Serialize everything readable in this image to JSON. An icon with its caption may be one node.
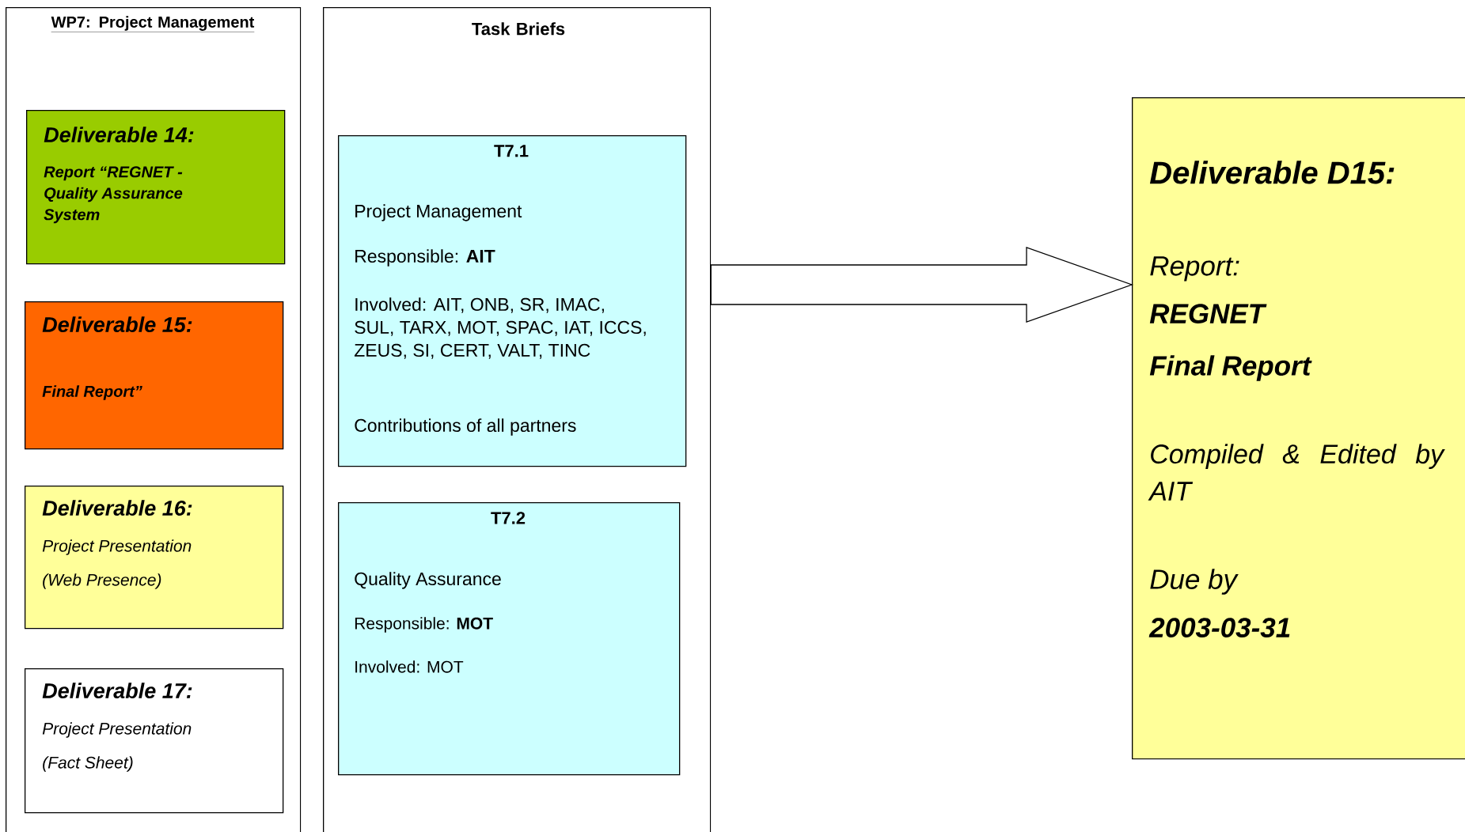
{
  "diagram": {
    "nodes": [
      {
        "text": [
          "WP7: Project Management"
        ]
      },
      {
        "text": [
          "Deliverable 14:",
          "Report “REGNET - Quality Assurance System"
        ],
        "in": 0
      },
      {
        "text": [
          "Deliverable 15:",
          "Final Report”"
        ],
        "in": 0
      },
      {
        "text": [
          "Deliverable 16:",
          "Project Presentation",
          "(Web Presence)"
        ],
        "in": 0
      },
      {
        "text": [
          "Deliverable 17:",
          "Project Presentation",
          "(Fact Sheet)"
        ],
        "in": 0
      },
      {
        "text": [
          "Task Briefs"
        ]
      },
      {
        "text": [
          "T7.1",
          "Project Management",
          "Responsible: **AIT**",
          "Involved: AIT, ONB, SR, IMAC, SUL, TARX, MOT, SPAC, IAT, ICCS, ZEUS, SI, CERT, VALT, TINC",
          "Contributions of all partners"
        ],
        "in": 5
      },
      {
        "text": [
          "T7.2",
          "Quality Assurance",
          "Responsible: **MOT**",
          "Involved: MOT"
        ],
        "in": 5
      },
      {
        "text": [
          "Deliverable D15:",
          "Report:",
          "REGNET",
          "Final Report",
          "Compiled & Edited by AIT",
          "Due by",
          "2003-03-31"
        ]
      }
    ],
    "edges": [
      {
        "from": 5,
        "to": 8,
        "arrow": "to"
      }
    ]
  }
}
